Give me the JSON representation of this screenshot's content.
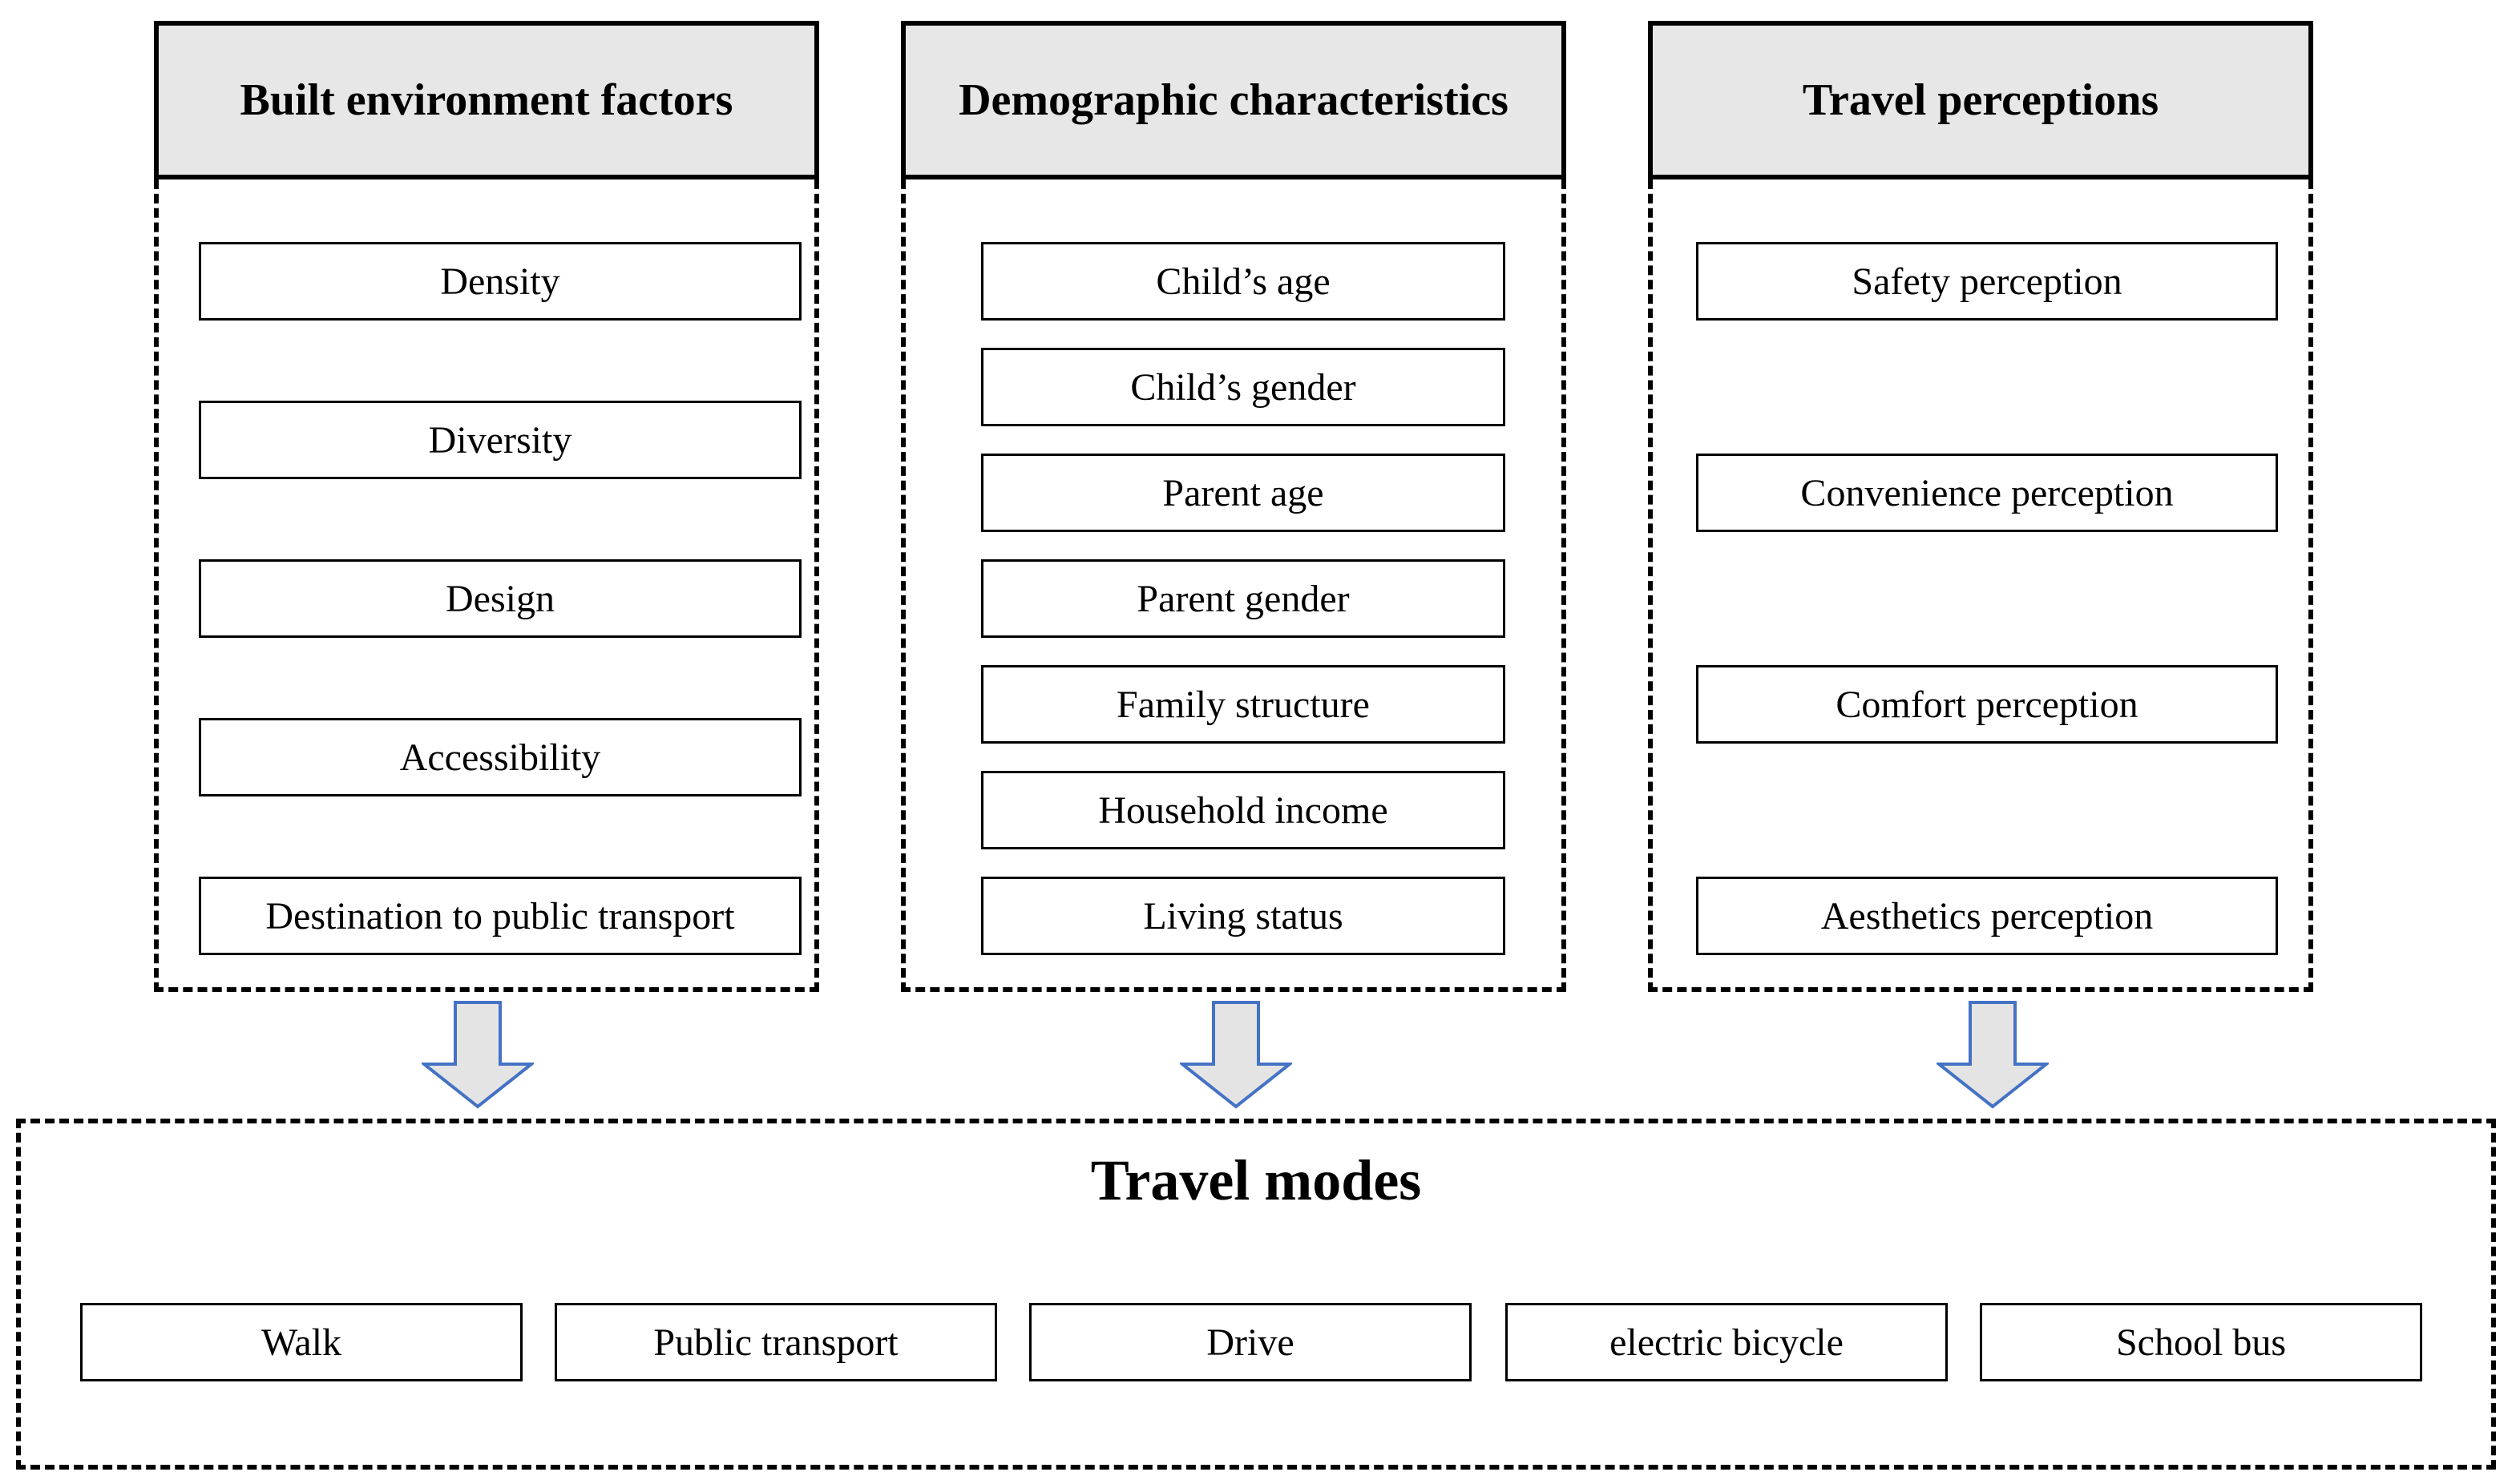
{
  "columns": [
    {
      "title": "Built environment factors",
      "items": [
        "Density",
        "Diversity",
        "Design",
        "Accessibility",
        "Destination to public transport"
      ]
    },
    {
      "title": "Demographic characteristics",
      "items": [
        "Child’s age",
        "Child’s gender",
        "Parent age",
        "Parent gender",
        "Family structure",
        "Household  income",
        "Living status"
      ]
    },
    {
      "title": "Travel perceptions",
      "items": [
        "Safety perception",
        "Convenience perception",
        "Comfort perception",
        "Aesthetics perception"
      ]
    }
  ],
  "travel_modes": {
    "title": "Travel modes",
    "items": [
      "Walk",
      "Public transport",
      "Drive",
      "electric bicycle",
      "School bus"
    ]
  },
  "colors": {
    "header_fill": "#e7e7e7",
    "arrow_fill": "#e4e4e4",
    "arrow_stroke": "#4472c4",
    "line": "#000000"
  }
}
